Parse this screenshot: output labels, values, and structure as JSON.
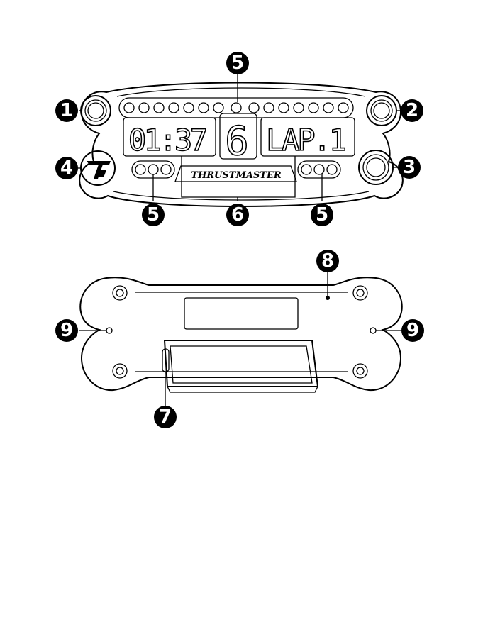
{
  "front_view": {
    "left_display": "01:37",
    "center_digit": "6",
    "right_display": "LAP.1",
    "brand_label": "THRUSTMASTER",
    "logo_icon": "thrustmaster-logo-icon"
  },
  "callouts": {
    "c1": "1",
    "c2": "2",
    "c3": "3",
    "c4": "4",
    "c5_top": "5",
    "c5_left": "5",
    "c5_right": "5",
    "c6": "6",
    "c7": "7",
    "c8": "8",
    "c9_left": "9",
    "c9_right": "9"
  },
  "colors": {
    "ink": "#000000",
    "paper": "#ffffff"
  }
}
